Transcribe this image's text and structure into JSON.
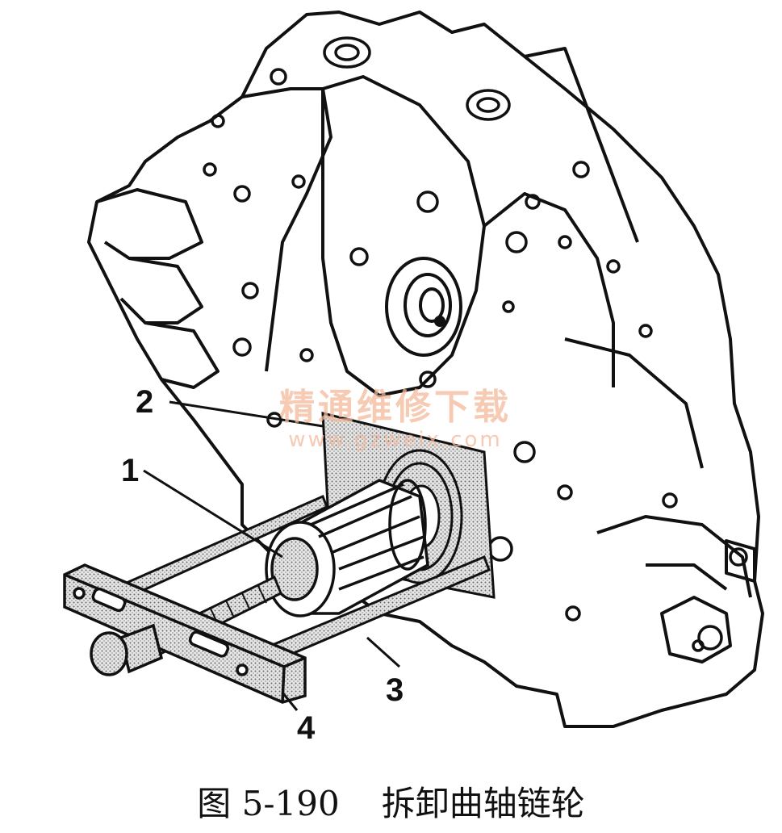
{
  "figure": {
    "callouts": [
      "1",
      "2",
      "3",
      "4"
    ],
    "watermark": {
      "chinese": "精通维修下载",
      "url": "www.gzweix.com"
    },
    "caption": {
      "number": "图 5-190",
      "title": "拆卸曲轴链轮"
    }
  },
  "colors": {
    "line": "#111111",
    "watermark": "#f3b99a",
    "hatch": "#9a9a9a"
  }
}
